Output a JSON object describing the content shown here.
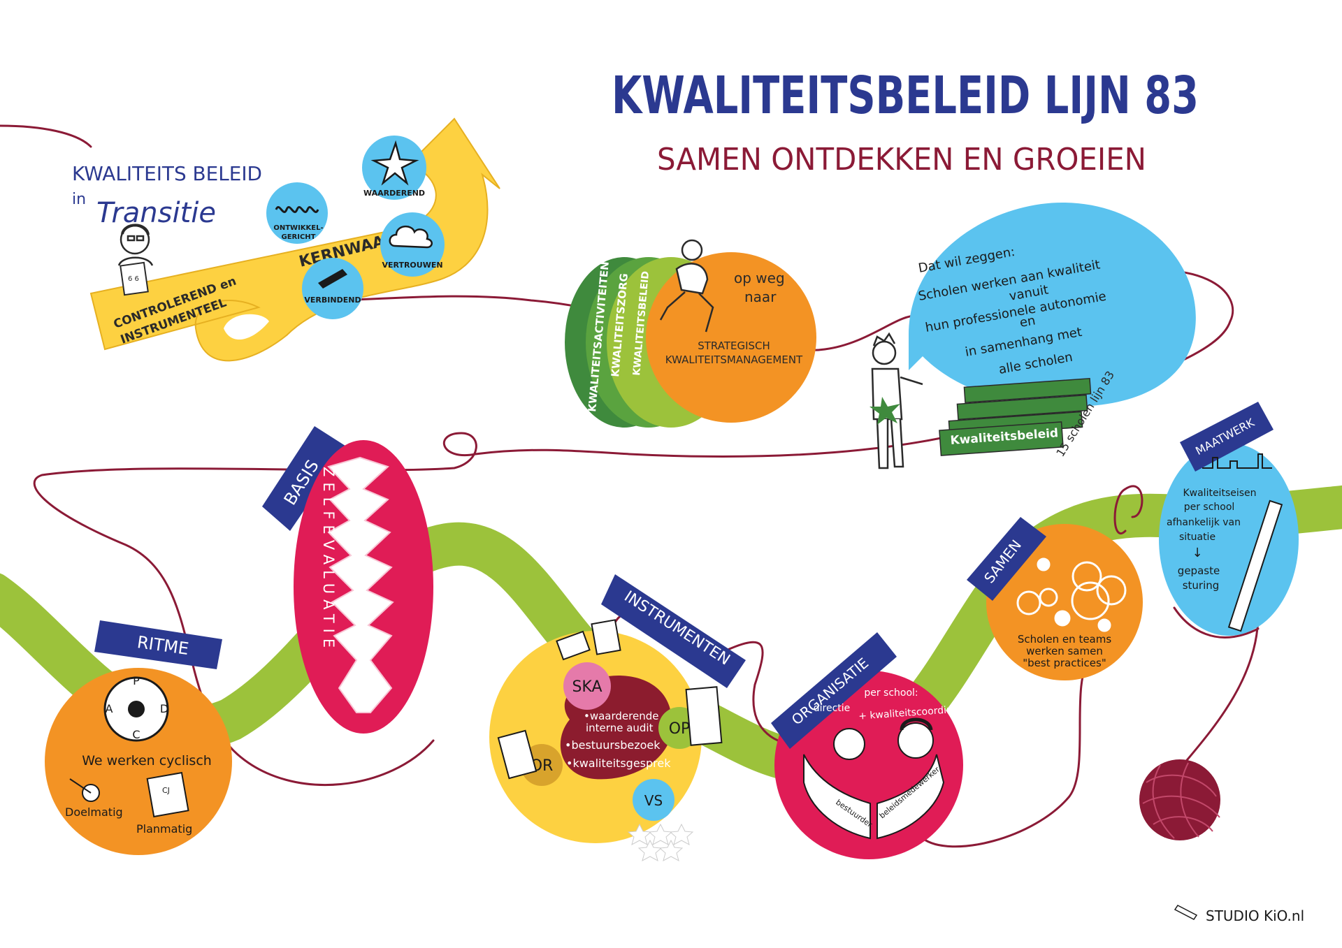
{
  "header": {
    "title": "KWALITEITSBELEID LIJN 83",
    "subtitle": "SAMEN ONTDEKKEN EN GROEIEN"
  },
  "transition": {
    "heading_line1": "KWALITEITS BELEID",
    "heading_in": "in",
    "heading_transitie": "Transitie",
    "arrow_label_line1": "CONTROLEREND en",
    "arrow_label_line2": "INSTRUMENTEEL",
    "kernwaarden": "KERNWAARDEN",
    "paper_label": "6 6",
    "values": {
      "ontwikkel_line1": "ONTWIKKEL-",
      "ontwikkel_line2": "GERICHT",
      "waarderend": "WAARDEREND",
      "vertrouwen": "VERTROUWEN",
      "verbindend": "VERBINDEND"
    }
  },
  "strategic": {
    "layers": [
      "KWALITEITSACTIVITEITEN",
      "KWALITEITSZORG",
      "KWALITEITSBELEID"
    ],
    "op_weg_line1": "op weg",
    "op_weg_line2": "naar",
    "title_line1": "STRATEGISCH",
    "title_line2": "KWALITEITSMANAGEMENT"
  },
  "speech": {
    "lines": [
      "Dat wil zeggen:",
      "Scholen werken aan kwaliteit",
      "vanuit",
      "hun professionele autonomie",
      "en",
      "in samenhang met",
      "alle scholen"
    ],
    "banner": "Kwaliteitsbeleid",
    "schools": "15 scholen lijn 83"
  },
  "sections": {
    "ritme": {
      "label": "RITME",
      "cycle_p": "P",
      "cycle_d": "D",
      "cycle_c": "C",
      "cycle_a": "A",
      "text": "We werken cyclisch",
      "doelmatig": "Doelmatig",
      "planmatig": "Planmatig",
      "calendar": "CJ"
    },
    "basis": {
      "label": "BASIS",
      "text": "ZELFEVALUATIE"
    },
    "instrumenten": {
      "label": "INSTRUMENTEN",
      "ska": "SKA",
      "op": "OP",
      "or": "OR",
      "vs": "VS",
      "items": [
        "•waarderende",
        "interne audit",
        "•bestuursbezoek",
        "•kwaliteitsgesprek"
      ]
    },
    "organisatie": {
      "label": "ORGANISATIE",
      "line1": "per school:",
      "line2": "directie",
      "line3": "+ kwaliteitscoordinator",
      "hand_left": "bestuurder",
      "hand_right": "beleidsmedewerker"
    },
    "samen": {
      "label": "SAMEN",
      "lines": [
        "Scholen en teams",
        "werken samen",
        "\"best practices\""
      ]
    },
    "maatwerk": {
      "label": "MAATWERK",
      "lines": [
        "Kwaliteitseisen",
        "per school",
        "afhankelijk van",
        "situatie"
      ],
      "arrow": "↓",
      "result_line1": "gepaste",
      "result_line2": "sturing"
    }
  },
  "credit": "STUDIO KiO.nl",
  "colors": {
    "navy": "#2b3990",
    "maroon": "#8b1a36",
    "green": "#9cc23b",
    "orange": "#f39324",
    "yellow": "#fdd141",
    "pink": "#e01c56",
    "lightblue": "#5bc3ef",
    "darkgreen": "#3f8a3d",
    "wine": "#8c1c2e"
  }
}
